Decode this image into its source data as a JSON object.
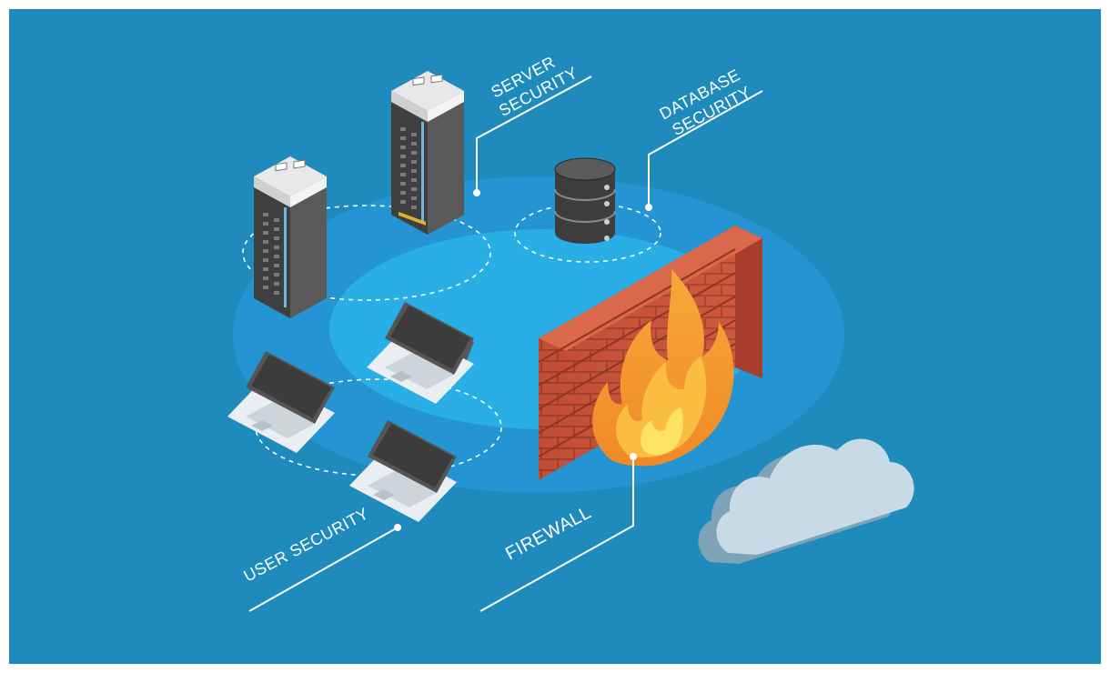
{
  "labels": {
    "server": [
      "SERVER",
      "SECURITY"
    ],
    "database": [
      "DATABASE",
      "SECURITY"
    ],
    "user": "USER SECURITY",
    "firewall": "FIREWALL"
  },
  "colors": {
    "background": "#1f8bbd",
    "platform_outer": "#2597d3",
    "platform_inner": "#2bb0e6",
    "server_dark": "#4a4a4a",
    "brick": "#c9523a",
    "flame_outer": "#f7a234",
    "flame_inner": "#fde16a",
    "cloud": "#c9dde8"
  },
  "icons": [
    "server-tower-icon",
    "database-icon",
    "laptop-icon",
    "brick-wall-icon",
    "flame-icon",
    "cloud-icon"
  ]
}
